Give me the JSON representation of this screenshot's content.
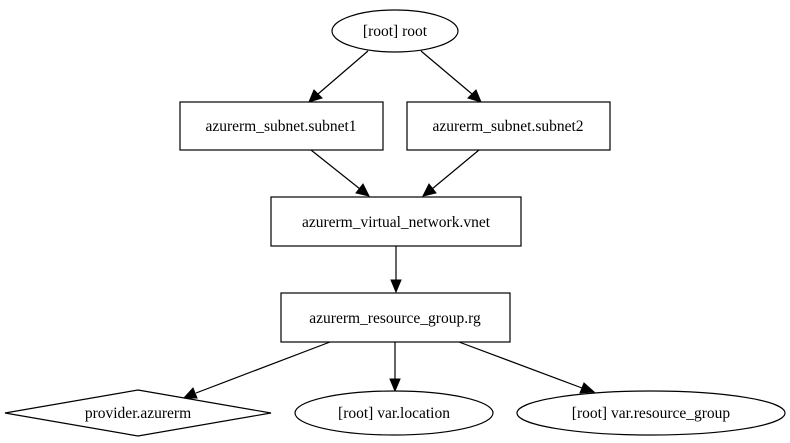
{
  "graph": {
    "nodes": {
      "root": {
        "label": "[root] root",
        "shape": "ellipse"
      },
      "subnet1": {
        "label": "azurerm_subnet.subnet1",
        "shape": "box"
      },
      "subnet2": {
        "label": "azurerm_subnet.subnet2",
        "shape": "box"
      },
      "vnet": {
        "label": "azurerm_virtual_network.vnet",
        "shape": "box"
      },
      "rg": {
        "label": "azurerm_resource_group.rg",
        "shape": "box"
      },
      "provider": {
        "label": "provider.azurerm",
        "shape": "diamond"
      },
      "location": {
        "label": "[root] var.location",
        "shape": "ellipse"
      },
      "resource_group": {
        "label": "[root] var.resource_group",
        "shape": "ellipse"
      }
    },
    "edges": [
      {
        "from": "root",
        "to": "subnet1"
      },
      {
        "from": "root",
        "to": "subnet2"
      },
      {
        "from": "subnet1",
        "to": "vnet"
      },
      {
        "from": "subnet2",
        "to": "vnet"
      },
      {
        "from": "vnet",
        "to": "rg"
      },
      {
        "from": "rg",
        "to": "provider"
      },
      {
        "from": "rg",
        "to": "location"
      },
      {
        "from": "rg",
        "to": "resource_group"
      }
    ]
  }
}
